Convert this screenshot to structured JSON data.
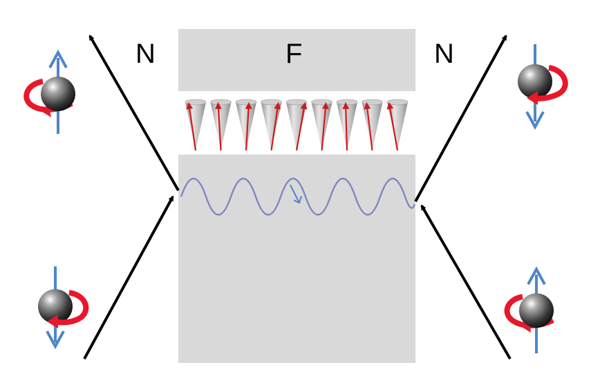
{
  "labels": {
    "left_region": "N",
    "center_region": "F",
    "right_region": "N"
  },
  "colors": {
    "ferromagnet_fill": "#d9d9d9",
    "trajectory": "#000000",
    "spin_arrow": "#4f86c6",
    "rotation_arrow": "#e8172b",
    "magnon_wave": "#7f86c2",
    "cone": "#b8b8b8",
    "moment_arrow": "#d01a1a"
  },
  "cone_moments_count": 9,
  "icons": [
    "electron-sphere-icon",
    "spin-up-arrow-icon",
    "spin-down-arrow-icon",
    "rotation-arrow-icon",
    "trajectory-arrow-icon"
  ]
}
